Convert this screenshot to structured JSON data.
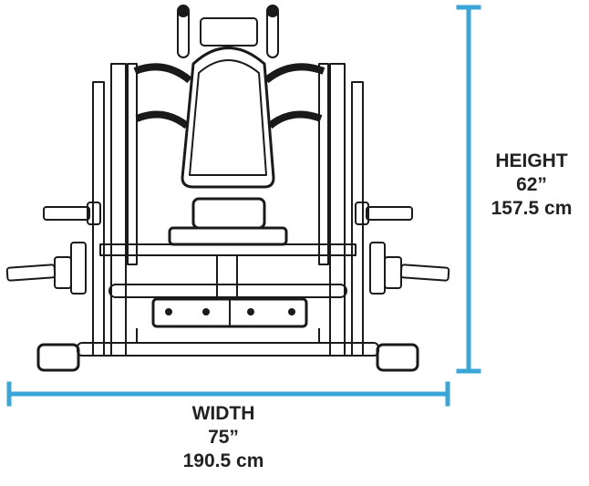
{
  "colors": {
    "dimension": "#3aa6d8",
    "machine": "#1a1a1a",
    "label": "#222222"
  },
  "height": {
    "name": "HEIGHT",
    "imperial": "62”",
    "metric": "157.5 cm"
  },
  "width": {
    "name": "WIDTH",
    "imperial": "75”",
    "metric": "190.5 cm"
  }
}
